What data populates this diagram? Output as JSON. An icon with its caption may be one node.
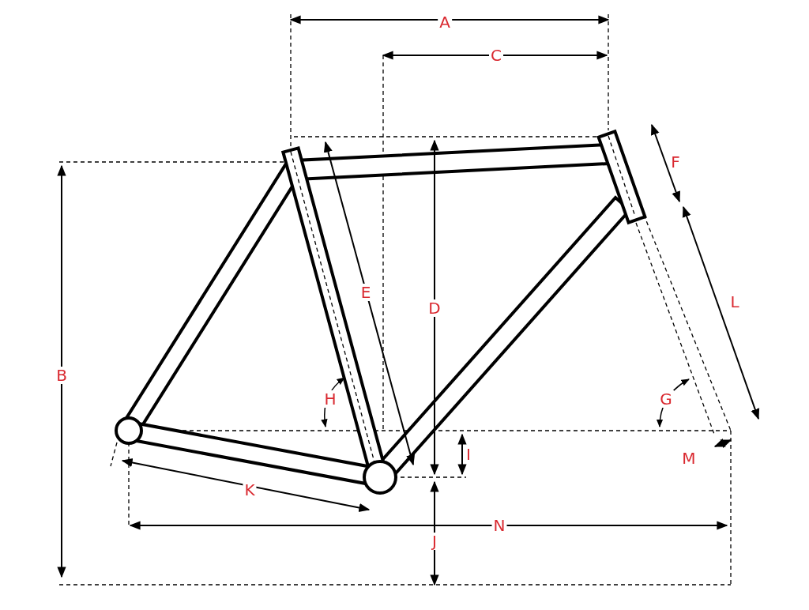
{
  "diagram": {
    "labels": [
      "A",
      "C",
      "F",
      "E",
      "L",
      "D",
      "B",
      "H",
      "G",
      "I",
      "M",
      "K",
      "N",
      "J"
    ]
  }
}
